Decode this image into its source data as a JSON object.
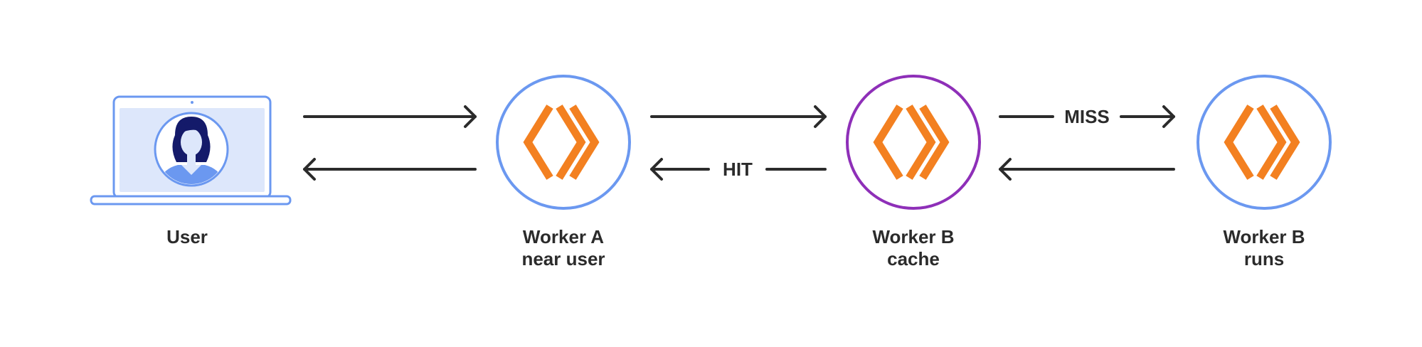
{
  "colors": {
    "worker_ring": "#6b98f0",
    "cache_ring": "#8e2fb8",
    "logo_orange": "#f38020",
    "laptop_blue": "#6b98f0",
    "laptop_screen": "#dde7fb",
    "avatar_hair": "#141a6a",
    "avatar_face": "#dde7fb",
    "avatar_shirt": "#6b98f0",
    "text": "#2b2b2b",
    "background": "#ffffff"
  },
  "nodes": [
    {
      "id": "user",
      "icon": "laptop-user-icon",
      "label_lines": [
        "User"
      ]
    },
    {
      "id": "worker-a",
      "icon": "cloudflare-workers-logo-icon",
      "label_lines": [
        "Worker A",
        "near user"
      ]
    },
    {
      "id": "worker-b-cache",
      "icon": "cloudflare-workers-logo-icon",
      "label_lines": [
        "Worker B",
        "cache"
      ]
    },
    {
      "id": "worker-b-runs",
      "icon": "cloudflare-workers-logo-icon",
      "label_lines": [
        "Worker B",
        "runs"
      ]
    }
  ],
  "edges": [
    {
      "from": "user",
      "to": "worker-a",
      "label": ""
    },
    {
      "from": "worker-a",
      "to": "user",
      "label": ""
    },
    {
      "from": "worker-a",
      "to": "worker-b-cache",
      "label": ""
    },
    {
      "from": "worker-b-cache",
      "to": "worker-a",
      "label": "HIT"
    },
    {
      "from": "worker-b-cache",
      "to": "worker-b-runs",
      "label": "MISS"
    },
    {
      "from": "worker-b-runs",
      "to": "worker-b-cache",
      "label": ""
    }
  ]
}
